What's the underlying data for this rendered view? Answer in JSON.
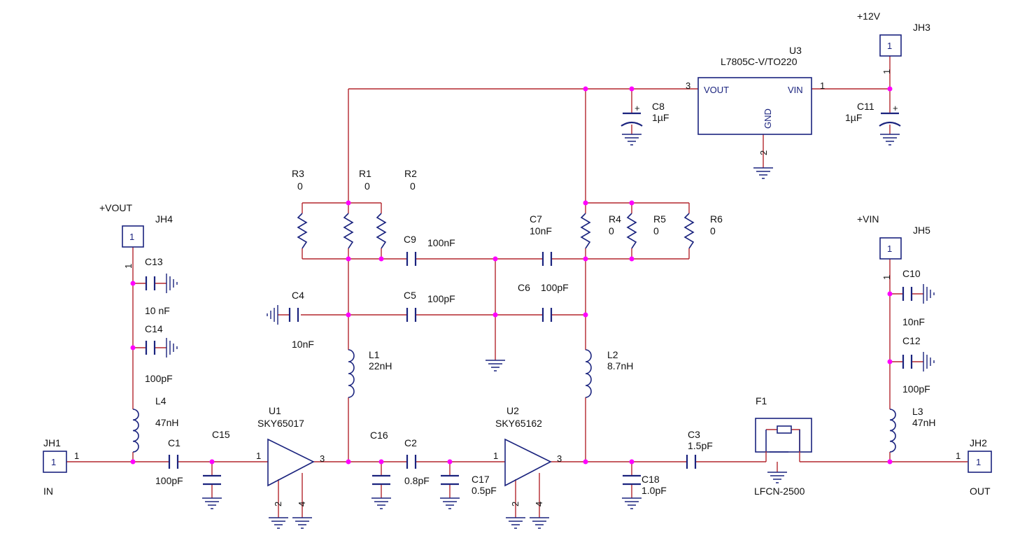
{
  "regulator": {
    "ref": "U3",
    "part": "L7805C-V/TO220",
    "pin_vout": "VOUT",
    "pin_vin": "VIN",
    "pin_gnd": "GND",
    "pin3": "3",
    "pin1": "1",
    "pin2": "2"
  },
  "headers": {
    "jh3": {
      "ref": "JH3",
      "net": "+12V",
      "pin": "1"
    },
    "jh4": {
      "ref": "JH4",
      "net": "+VOUT",
      "pin": "1"
    },
    "jh5": {
      "ref": "JH5",
      "net": "+VIN",
      "pin": "1"
    },
    "jh1": {
      "ref": "JH1",
      "name": "IN",
      "pin": "1"
    },
    "jh2": {
      "ref": "JH2",
      "name": "OUT",
      "pin": "1"
    }
  },
  "amps": {
    "u1": {
      "ref": "U1",
      "part": "SKY65017",
      "pin_in": "1",
      "pin_out": "3",
      "pin_g1": "2",
      "pin_g2": "4"
    },
    "u2": {
      "ref": "U2",
      "part": "SKY65162",
      "pin_in": "1",
      "pin_out": "3",
      "pin_g1": "2",
      "pin_g2": "4"
    }
  },
  "filter": {
    "ref": "F1",
    "part": "LFCN-2500"
  },
  "parts": {
    "c8": {
      "ref": "C8",
      "val": "1µF"
    },
    "c11": {
      "ref": "C11",
      "val": "1µF"
    },
    "r3": {
      "ref": "R3",
      "val": "0"
    },
    "r1": {
      "ref": "R1",
      "val": "0"
    },
    "r2": {
      "ref": "R2",
      "val": "0"
    },
    "r4": {
      "ref": "R4",
      "val": "0"
    },
    "r5": {
      "ref": "R5",
      "val": "0"
    },
    "r6": {
      "ref": "R6",
      "val": "0"
    },
    "c9": {
      "ref": "C9",
      "val": "100nF"
    },
    "c7": {
      "ref": "C7",
      "val": "10nF"
    },
    "c4": {
      "ref": "C4",
      "val": "10nF"
    },
    "c5": {
      "ref": "C5",
      "val": "100pF"
    },
    "c6": {
      "ref": "C6",
      "val": "100pF"
    },
    "l1": {
      "ref": "L1",
      "val": "22nH"
    },
    "l2": {
      "ref": "L2",
      "val": "8.7nH"
    },
    "c13": {
      "ref": "C13",
      "val": "10 nF"
    },
    "c14": {
      "ref": "C14",
      "val": "100pF"
    },
    "l4": {
      "ref": "L4",
      "val": "47nH"
    },
    "c1": {
      "ref": "C1",
      "val": "100pF"
    },
    "c15": {
      "ref": "C15"
    },
    "c16": {
      "ref": "C16"
    },
    "c2": {
      "ref": "C2",
      "val": "0.8pF"
    },
    "c17": {
      "ref": "C17",
      "val": "0.5pF"
    },
    "c18": {
      "ref": "C18",
      "val": "1.0pF"
    },
    "c3": {
      "ref": "C3",
      "val": "1.5pF"
    },
    "c10": {
      "ref": "C10",
      "val": "10nF"
    },
    "c12": {
      "ref": "C12",
      "val": "100pF"
    },
    "l3": {
      "ref": "L3",
      "val": "47nH"
    }
  },
  "colors": {
    "wire": "#b3262d",
    "body": "#1a237e",
    "junction": "#ff00ff",
    "text": "#111111"
  }
}
